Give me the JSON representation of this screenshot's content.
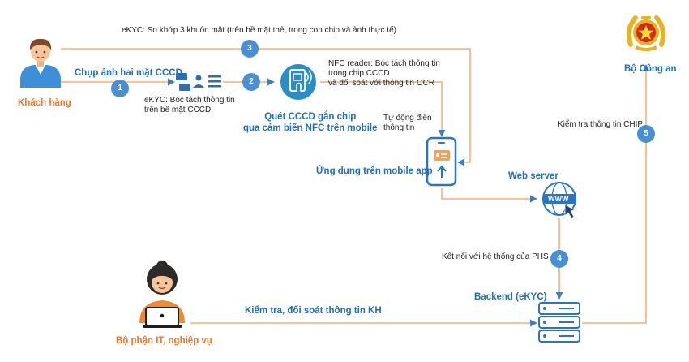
{
  "labels": {
    "ekyc_face_match": "eKYC: So khớp 3 khuôn mặt (trên bề mặt thẻ, trong con chip và ảnh thực tế)",
    "capture_both_sides": "Chụp ảnh hai mặt CCCD",
    "ekyc_surface": "eKYC: Bóc tách thông tin\ntrên bề mặt CCCD",
    "nfc_reader": "NFC reader: Bóc tách thông tin\ntrong chip CCCD\nvà đối soát với thông tin OCR",
    "nfc_scan": "Quét CCCD gắn chip\nqua cảm biến NFC trên mobile",
    "auto_fill": "Tự động điền\nthông tin",
    "mobile_app": "Ứng dụng trên mobile app",
    "web_server": "Web server",
    "connect_phs": "Kết nối với hệ thống của PHS",
    "backend": "Backend (eKYC)",
    "check_kh": "Kiểm tra, đối soát thông tin KH",
    "check_chip": "Kiểm tra thông tin CHIP",
    "customer": "Khách hàng",
    "it_dept": "Bộ phận IT, nghiệp vụ",
    "ministry": "Bộ Công an",
    "www": "WWW"
  },
  "steps": [
    "1",
    "2",
    "3",
    "4",
    "5"
  ],
  "colors": {
    "blue": "#1f6fb5",
    "orange": "#e8792b",
    "step_circle": "#4a8fd1",
    "connector": "#f0a05a",
    "gold": "#e6b422",
    "emblem_red": "#d42a1f"
  }
}
